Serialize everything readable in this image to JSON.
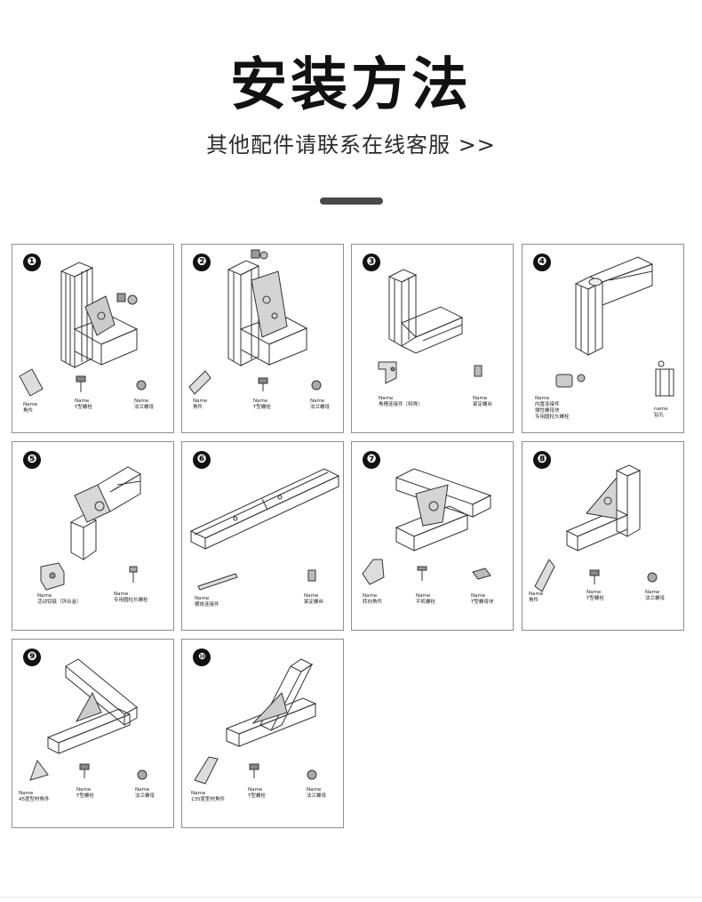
{
  "header": {
    "title": "安装方法",
    "subtitle": "其他配件请联系在线客服 >>"
  },
  "cards": [
    {
      "number": "❶",
      "parts": [
        {
          "name": "Name",
          "label": "角件"
        },
        {
          "name": "Name",
          "label": "T型螺栓"
        },
        {
          "name": "Name",
          "label": "法兰螺母"
        }
      ]
    },
    {
      "number": "❷",
      "parts": [
        {
          "name": "Name",
          "label": "角件"
        },
        {
          "name": "Name",
          "label": "T型螺栓"
        },
        {
          "name": "Name",
          "label": "法兰螺母"
        }
      ]
    },
    {
      "number": "❸",
      "parts": [
        {
          "name": "Name",
          "label": "角槽连接件（特殊）"
        },
        {
          "name": "Name",
          "label": "紧定螺丝"
        }
      ]
    },
    {
      "number": "❹",
      "parts": [
        {
          "name": "Name",
          "label": "内置连接件\n弹性螺母块\n专用圆柱头螺栓"
        },
        {
          "name": "name",
          "label": "钻孔"
        }
      ]
    },
    {
      "number": "❺",
      "parts": [
        {
          "name": "Name",
          "label": "活动铰链（锌合金）"
        },
        {
          "name": "Name",
          "label": "专用圆柱头螺栓"
        }
      ]
    },
    {
      "number": "❻",
      "parts": [
        {
          "name": "Name",
          "label": "横体连接件"
        },
        {
          "name": "Name",
          "label": "紧定螺丝"
        }
      ]
    },
    {
      "number": "❼",
      "parts": [
        {
          "name": "Name",
          "label": "转向角件"
        },
        {
          "name": "Name",
          "label": "平机螺栓"
        },
        {
          "name": "Name",
          "label": "T型螺母块"
        }
      ]
    },
    {
      "number": "❽",
      "parts": [
        {
          "name": "Name",
          "label": "角件"
        },
        {
          "name": "Name",
          "label": "T型螺栓"
        },
        {
          "name": "Name",
          "label": "法兰螺母"
        }
      ]
    },
    {
      "number": "❾",
      "parts": [
        {
          "name": "Name",
          "label": "45度型材角件"
        },
        {
          "name": "Name",
          "label": "T型螺栓"
        },
        {
          "name": "Name",
          "label": "法兰螺母"
        }
      ]
    },
    {
      "number": "❿",
      "parts": [
        {
          "name": "Name",
          "label": "135度型材角件"
        },
        {
          "name": "Name",
          "label": "T型螺栓"
        },
        {
          "name": "Name",
          "label": "法兰螺母"
        }
      ]
    }
  ]
}
